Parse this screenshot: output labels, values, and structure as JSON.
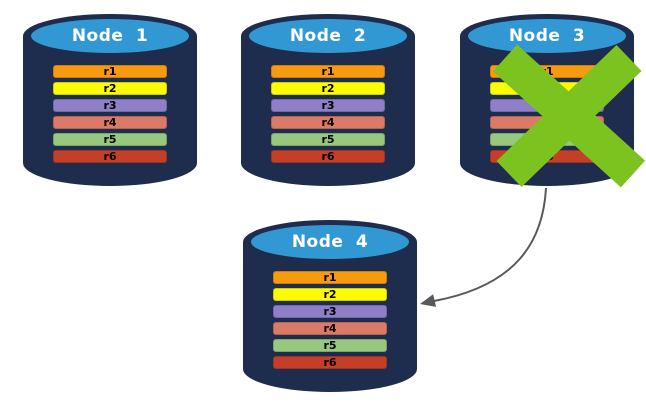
{
  "diagram": {
    "kind": "database-replication-failover",
    "nodes": [
      {
        "label": "Node 1",
        "rows": [
          "r1",
          "r2",
          "r3",
          "r4",
          "r5",
          "r6"
        ],
        "failed": false
      },
      {
        "label": "Node 2",
        "rows": [
          "r1",
          "r2",
          "r3",
          "r4",
          "r5",
          "r6"
        ],
        "failed": false
      },
      {
        "label": "Node 3",
        "rows": [
          "r1",
          "r2",
          "r3",
          "r4",
          "r5",
          "r6"
        ],
        "failed": true
      },
      {
        "label": "Node 4",
        "rows": [
          "r1",
          "r2",
          "r3",
          "r4",
          "r5",
          "r6"
        ],
        "failed": false
      }
    ],
    "row_colors": {
      "r1": "#F79A10",
      "r2": "#FBFB02",
      "r3": "#8E7FC6",
      "r4": "#DC7A68",
      "r5": "#97C87E",
      "r6": "#C43F28"
    },
    "colors": {
      "cylinder_body": "#1E2C4D",
      "cylinder_top": "#3298D4",
      "title_text": "#FFFFFF",
      "row_text": "#000000",
      "failure_x": "#7CC31F",
      "arrow": "#58595B"
    },
    "arrow": {
      "from": "Node 3",
      "to": "Node 4"
    }
  }
}
